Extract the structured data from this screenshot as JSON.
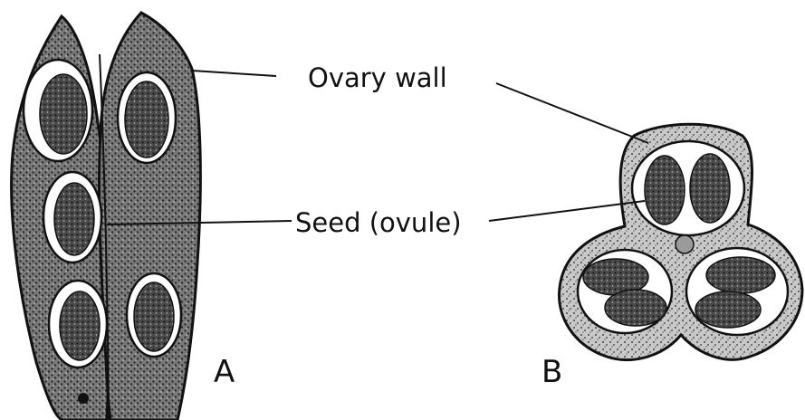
{
  "labels": {
    "ovary_wall": "Ovary wall",
    "seed": "Seed (ovule)",
    "panel_a": "A",
    "panel_b": "B"
  },
  "colors": {
    "ink": "#111111",
    "stipple_fill": "#6e6e6e",
    "paper": "#ffffff"
  }
}
